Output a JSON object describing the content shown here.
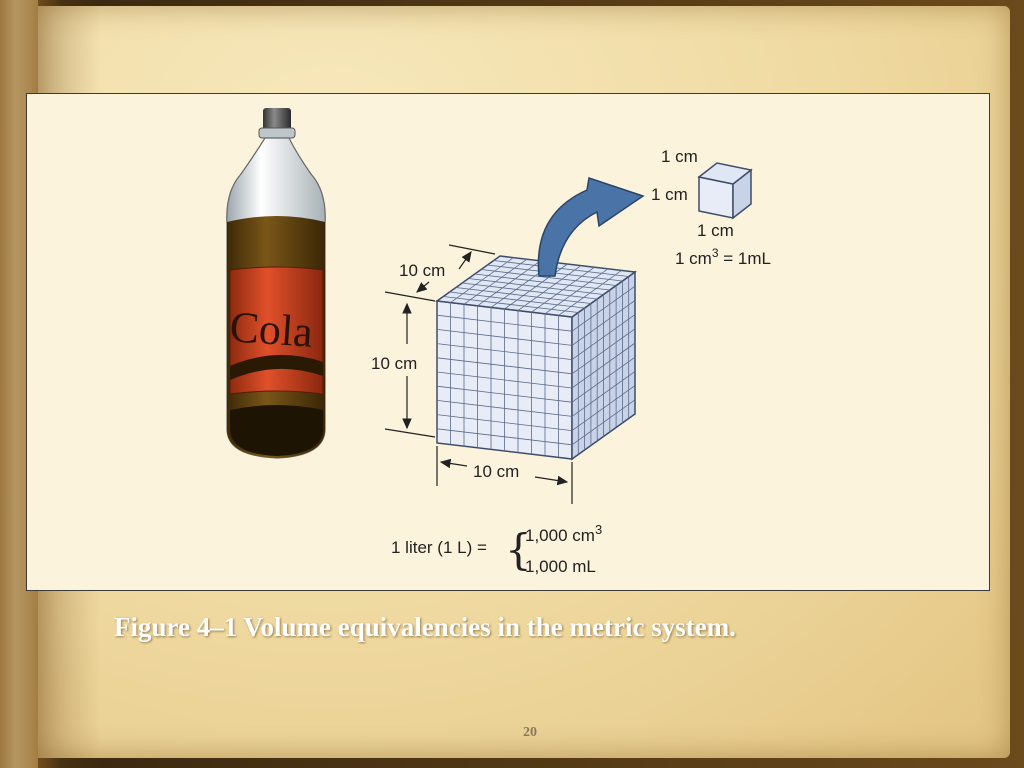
{
  "figure": {
    "bottle_label": "Cola",
    "cube_depth_label": "10 cm",
    "cube_height_label": "10 cm",
    "cube_width_label": "10 cm",
    "small_cube_top_label": "1 cm",
    "small_cube_side_label": "1 cm",
    "small_cube_bottom_label": "1 cm",
    "small_cube_eq_label": "1 cm",
    "small_cube_eq_exponent": "3",
    "small_cube_eq_rest": " = 1mL",
    "liter_label": "1 liter (1 L) =",
    "liter_eq_cm": "1,000 cm",
    "liter_eq_cm_exponent": "3",
    "liter_eq_ml": "1,000 mL"
  },
  "caption": "Figure 4–1  Volume equivalencies in the metric system.",
  "page_number": "20",
  "colors": {
    "cube_face": "#e6ebf6",
    "cube_grid": "#5a6a8a",
    "arrow": "#4a74a8",
    "bottle_brown": "#6b4a14",
    "bottle_label_red": "#c8401e"
  }
}
